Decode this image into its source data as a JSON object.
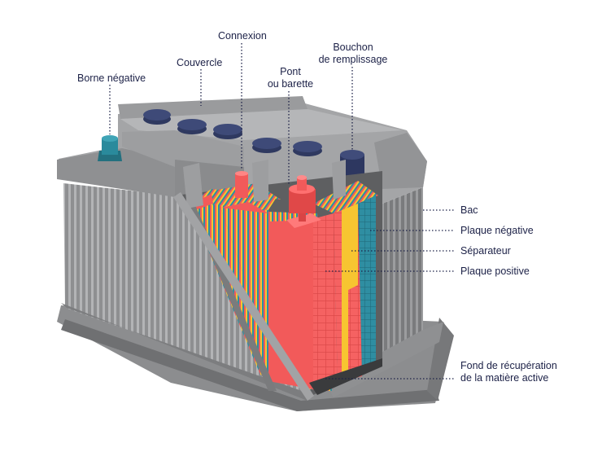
{
  "labels": {
    "borne_negative": "Borne négative",
    "couvercle": "Couvercle",
    "connexion": "Connexion",
    "pont_line1": "Pont",
    "pont_line2": "ou barette",
    "bouchon_line1": "Bouchon",
    "bouchon_line2": "de remplissage",
    "bac": "Bac",
    "plaque_negative": "Plaque négative",
    "separateur": "Séparateur",
    "plaque_positive": "Plaque positive",
    "fond_line1": "Fond de récupération",
    "fond_line2": "de la matière active"
  },
  "colors": {
    "text": "#1c2147",
    "case": "#8a8b8d",
    "lid": "#a9aaac",
    "caps": "#3a4570",
    "negative_terminal": "#2a8a9c",
    "positive_plate": "#f25a5a",
    "separator": "#f7c531",
    "negative_plate": "#2b8fa3"
  }
}
